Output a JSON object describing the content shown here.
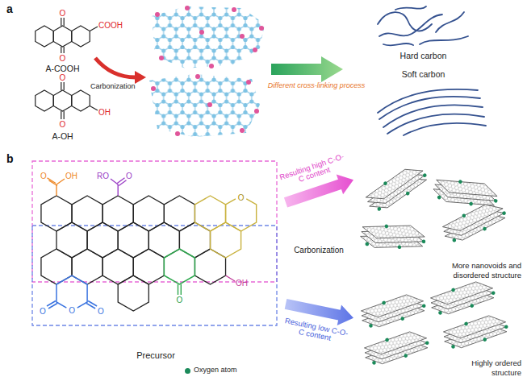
{
  "diagram": {
    "nodes": [
      {
        "text": [
          "A-COOH"
        ]
      },
      {
        "text": [
          "A-OH"
        ]
      },
      {
        "text": [
          "Hard carbon"
        ]
      },
      {
        "text": [
          "Soft carbon"
        ]
      },
      {
        "text": [
          "Precursor"
        ]
      },
      {
        "text": [
          "More nanovoids and disordered structure"
        ]
      },
      {
        "text": [
          "Highly ordered structure"
        ]
      }
    ],
    "edges": [
      {
        "from": 4,
        "to": 5,
        "arrow": "to",
        "label": "Resulting high C-O-C content"
      },
      {
        "from": 4,
        "to": 6,
        "arrow": "to",
        "label": "Resulting low C-O-C content"
      }
    ],
    "labels": [
      "a",
      "O",
      "O",
      "COOH",
      "O",
      "O",
      "OH",
      "Carbonization",
      "Different cross-linking process",
      "b",
      "O",
      "OH",
      "RO",
      "O",
      "O",
      "O",
      "OH",
      "O",
      "O",
      "O",
      "Carbonization"
    ],
    "legend": [
      {
        "text": "Oxygen atom",
        "color": "#1b8a5a"
      }
    ]
  }
}
